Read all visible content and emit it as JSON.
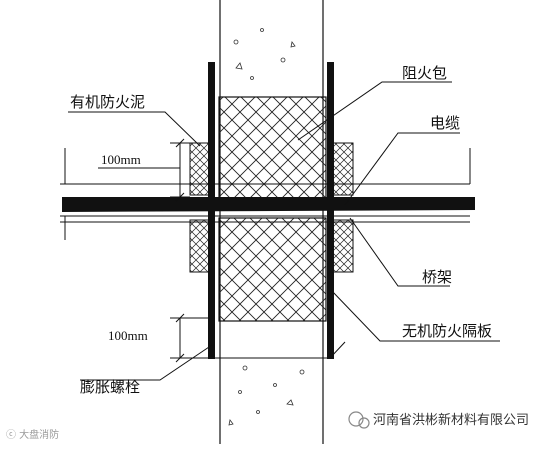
{
  "labels": {
    "organic_putty": "有机防火泥",
    "fire_bag": "阻火包",
    "cable": "电缆",
    "dim_top": "100mm",
    "tray": "桥架",
    "dim_bottom": "100mm",
    "fire_board": "无机防火隔板",
    "bolt": "膨胀螺栓"
  },
  "watermark": {
    "left": "ⓒ 大盘消防",
    "right": "河南省洪彬新材料有限公司"
  }
}
